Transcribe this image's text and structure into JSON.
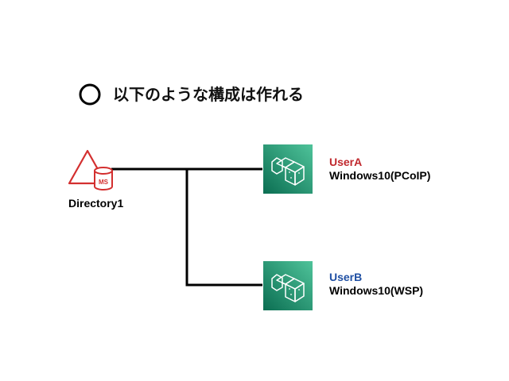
{
  "title": {
    "symbol": "circle-mark-icon",
    "text": "以下のような構成は作れる"
  },
  "directory": {
    "icon": "directory-service-ms-icon",
    "label": "Directory1",
    "badge": "MS",
    "color": "#d32f2f"
  },
  "users": [
    {
      "name": "UserA",
      "os": "Windows10(PCoIP)",
      "name_color": "#c0282d",
      "icon": "workspaces-icon"
    },
    {
      "name": "UserB",
      "os": "Windows10(WSP)",
      "name_color": "#1f4fa3",
      "icon": "workspaces-icon"
    }
  ],
  "colors": {
    "workspaces_gradient_start": "#0b6e52",
    "workspaces_gradient_end": "#4fc39a",
    "line": "#000000"
  }
}
